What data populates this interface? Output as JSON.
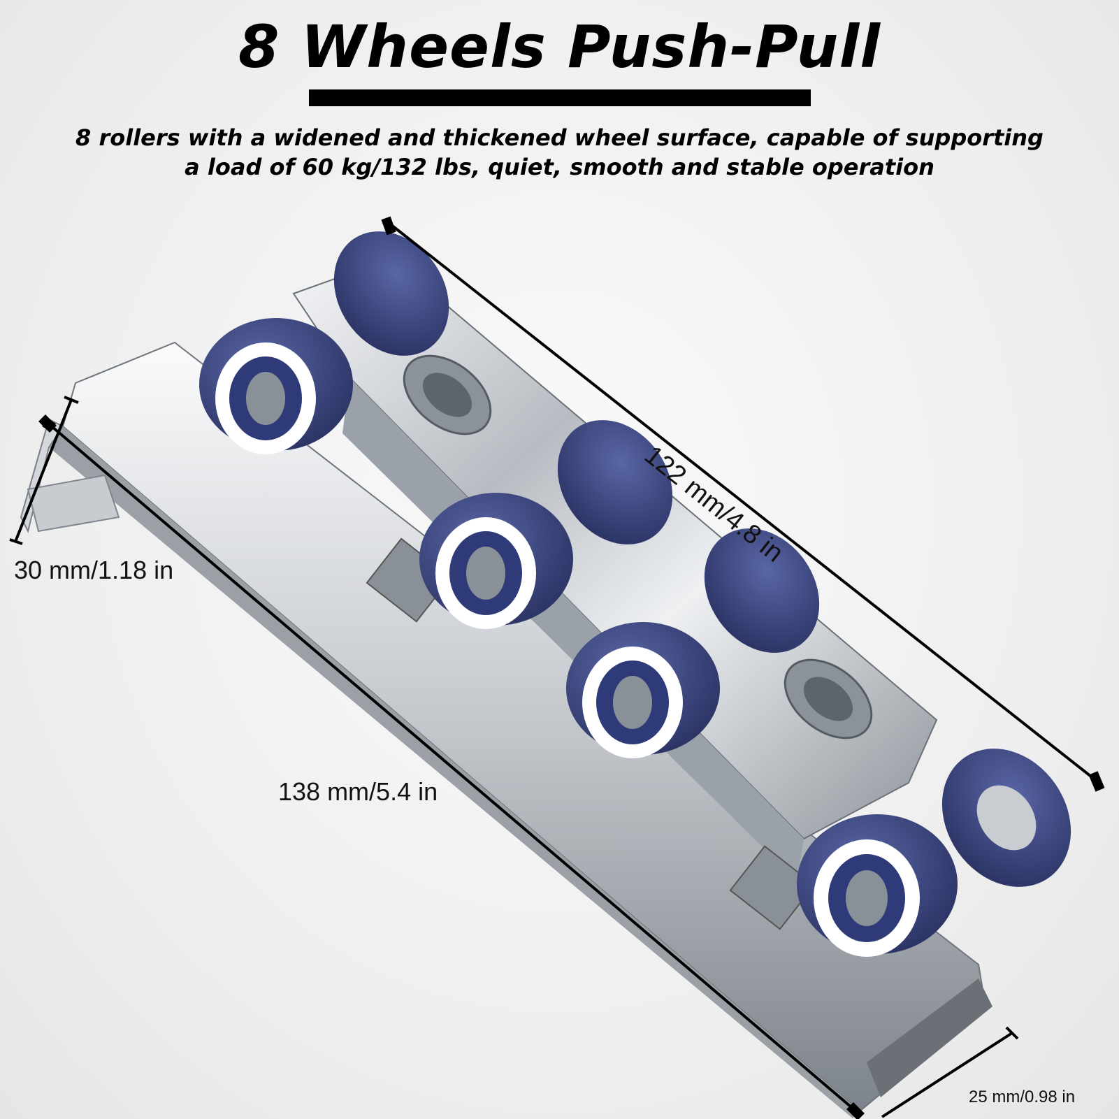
{
  "header": {
    "title": "8 Wheels Push-Pull",
    "subtitle_line1": "8 rollers with a widened and thickened wheel surface, capable of supporting",
    "subtitle_line2": "a load of 60 kg/132 lbs, quiet, smooth and stable operation"
  },
  "dimensions": {
    "length_top": "122 mm/4.8 in",
    "height": "30 mm/1.18 in",
    "length_bottom": "138 mm/5.4 in",
    "width": "25 mm/0.98 in"
  },
  "colors": {
    "wheel": "#3b4680",
    "wheel_dark": "#2a3363",
    "bearing_ring": "#ffffff",
    "steel": "#c9cdd2",
    "background": "#f0f0f0"
  },
  "product": {
    "wheel_count": 8
  }
}
